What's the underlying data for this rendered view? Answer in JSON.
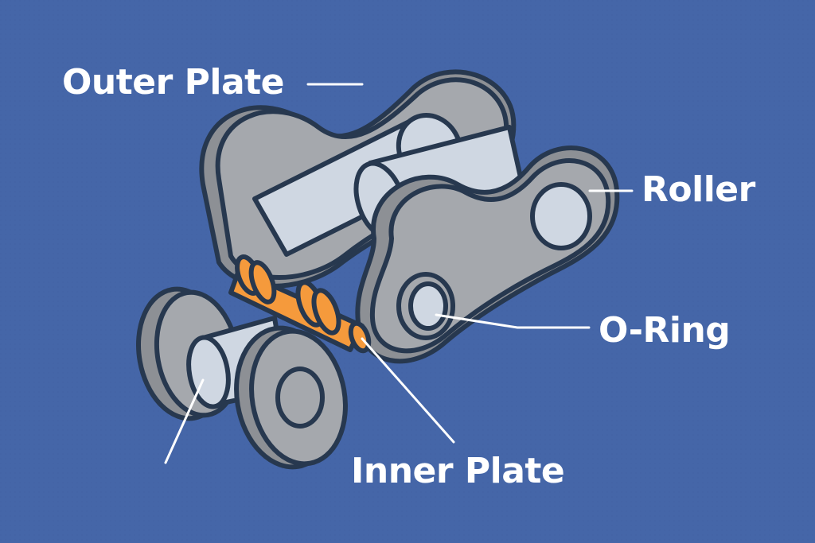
{
  "labels": {
    "outer_plate": "Outer Plate",
    "roller": "Roller",
    "o_ring": "O-Ring",
    "inner_plate": "Inner Plate"
  },
  "colors": {
    "background": "#4566a8",
    "plate_face": "#a5a8ad",
    "plate_side": "#8d9095",
    "roller": "#cfd7e2",
    "oring": "#f59a3c",
    "outline": "#27384f",
    "leader_line": "#ffffff"
  }
}
